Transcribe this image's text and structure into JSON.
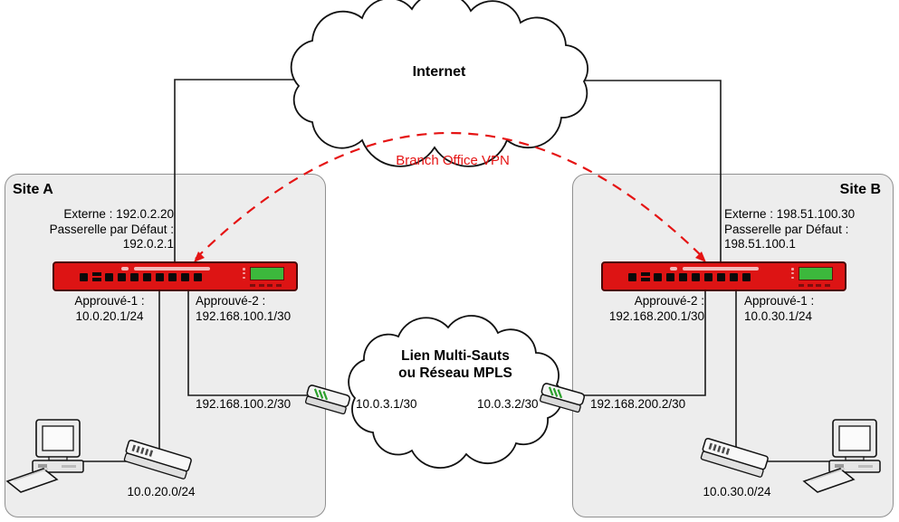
{
  "diagram": {
    "internet_label": "Internet",
    "vpn_label": "Branch Office VPN",
    "mpls_label_line1": "Lien Multi-Sauts",
    "mpls_label_line2": "ou Réseau MPLS",
    "mpls_left_ip": "10.0.3.1/30",
    "mpls_right_ip": "10.0.3.2/30"
  },
  "site_a": {
    "title": "Site A",
    "external_label": "Externe : 192.0.2.20",
    "gateway_label": "Passerelle par Défaut :",
    "gateway_value": "192.0.2.1",
    "trusted1_label": "Approuvé-1 :",
    "trusted1_value": "10.0.20.1/24",
    "trusted2_label": "Approuvé-2 :",
    "trusted2_value": "192.168.100.1/30",
    "link_ip": "192.168.100.2/30",
    "lan_subnet": "10.0.20.0/24"
  },
  "site_b": {
    "title": "Site B",
    "external_label": "Externe : 198.51.100.30",
    "gateway_label": "Passerelle par Défaut :",
    "gateway_value": "198.51.100.1",
    "trusted2_label": "Approuvé-2 :",
    "trusted2_value": "192.168.200.1/30",
    "trusted1_label": "Approuvé-1 :",
    "trusted1_value": "10.0.30.1/24",
    "link_ip": "192.168.200.2/30",
    "lan_subnet": "10.0.30.0/24"
  },
  "icons": {
    "internet_cloud": "cloud",
    "mpls_cloud": "cloud",
    "site_a_firewall": "firewall-appliance",
    "site_b_firewall": "firewall-appliance",
    "mpls_router_left": "router",
    "mpls_router_right": "router",
    "site_a_switch": "ethernet-switch",
    "site_b_switch": "ethernet-switch",
    "site_a_computer": "desktop-computer",
    "site_b_computer": "desktop-computer"
  },
  "colors": {
    "vpn_red": "#e51414",
    "firewall_red": "#dd1414",
    "lcd_green": "#3cb83c",
    "site_box_fill": "#ededed"
  }
}
